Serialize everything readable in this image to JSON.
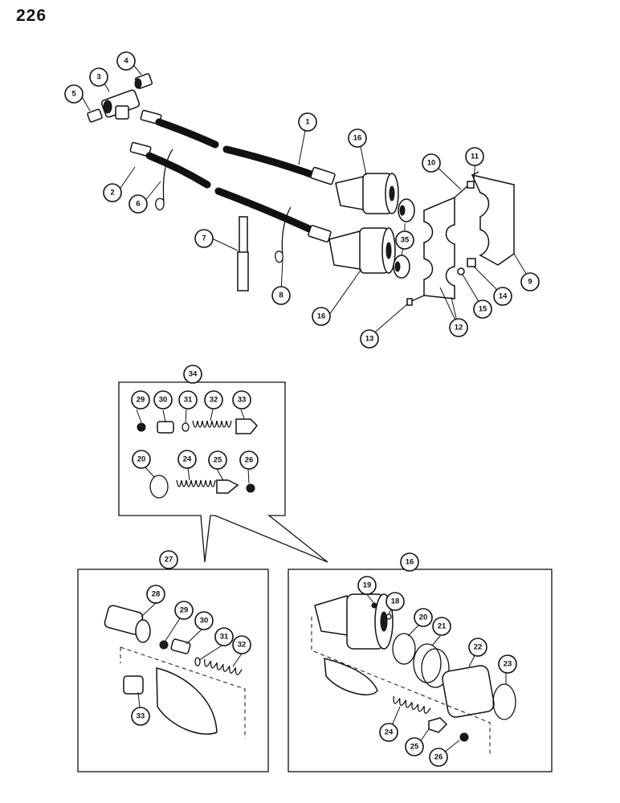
{
  "page_number": "226",
  "callouts": {
    "c1": "1",
    "c2": "2",
    "c3": "3",
    "c4": "4",
    "c5": "5",
    "c6": "6",
    "c7": "7",
    "c8": "8",
    "c9": "9",
    "c10": "10",
    "c11": "11",
    "c12": "12",
    "c13": "13",
    "c14": "14",
    "c15": "15",
    "c16a": "16",
    "c16b": "16",
    "c35": "35",
    "c34": "34",
    "k29": "29",
    "k30": "30",
    "k31": "31",
    "k32": "32",
    "k33": "33",
    "k20": "20",
    "k24": "24",
    "k25": "25",
    "k26": "26",
    "c27": "27",
    "b28": "28",
    "b29": "29",
    "b30": "30",
    "b31": "31",
    "b32": "32",
    "b33": "33",
    "c16c": "16",
    "d19": "19",
    "d18": "18",
    "d20": "20",
    "d21": "21",
    "d22": "22",
    "d23": "23",
    "d24": "24",
    "d25": "25",
    "d26": "26"
  }
}
